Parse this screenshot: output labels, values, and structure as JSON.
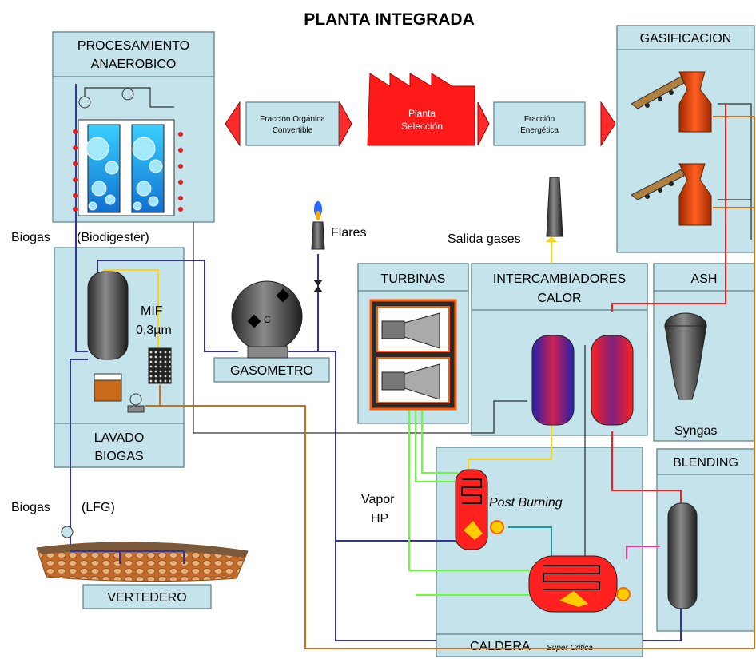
{
  "title": "PLANTA INTEGRADA",
  "boxes": {
    "procesamiento_l1": "PROCESAMIENTO",
    "procesamiento_l2": "ANAEROBICO",
    "gasificacion": "GASIFICACION",
    "turbinas": "TURBINAS",
    "intercambiadores_l1": "INTERCAMBIADORES",
    "intercambiadores_l2": "CALOR",
    "ash": "ASH",
    "gasometro": "GASOMETRO",
    "lavado_l1": "LAVADO",
    "lavado_l2": "BIOGAS",
    "blending": "BLENDING",
    "vertedero": "VERTEDERO",
    "caldera": "CALDERA",
    "caldera_sub": "Super Critica"
  },
  "center": {
    "organica_l1": "Fracción Orgánica",
    "organica_l2": "Convertible",
    "planta_l1": "Planta",
    "planta_l2": "Selección",
    "energetica_l1": "Fracción",
    "energetica_l2": "Energética"
  },
  "labels": {
    "biogas_biodigester": "Biogas",
    "biodigester": "(Biodigester)",
    "flares": "Flares",
    "salida_gases": "Salida gases",
    "mif_l1": "MIF",
    "mif_l2": "0,3µm",
    "biogas_lfg": "Biogas",
    "lfg": "(LFG)",
    "vapor_l1": "Vapor",
    "vapor_l2": "HP",
    "post_burning": "Post Burning",
    "syngas": "Syngas",
    "gasometro_c": "C"
  },
  "colors": {
    "panel": "#c5e3ea",
    "panel_border": "#5a7f87",
    "red_arrow": "#ff2a2a",
    "line_blue": "#33339a",
    "line_orange": "#c8701a",
    "line_green": "#66ff33",
    "line_yellow": "#ffd21a",
    "line_red": "#ff1a1a"
  }
}
